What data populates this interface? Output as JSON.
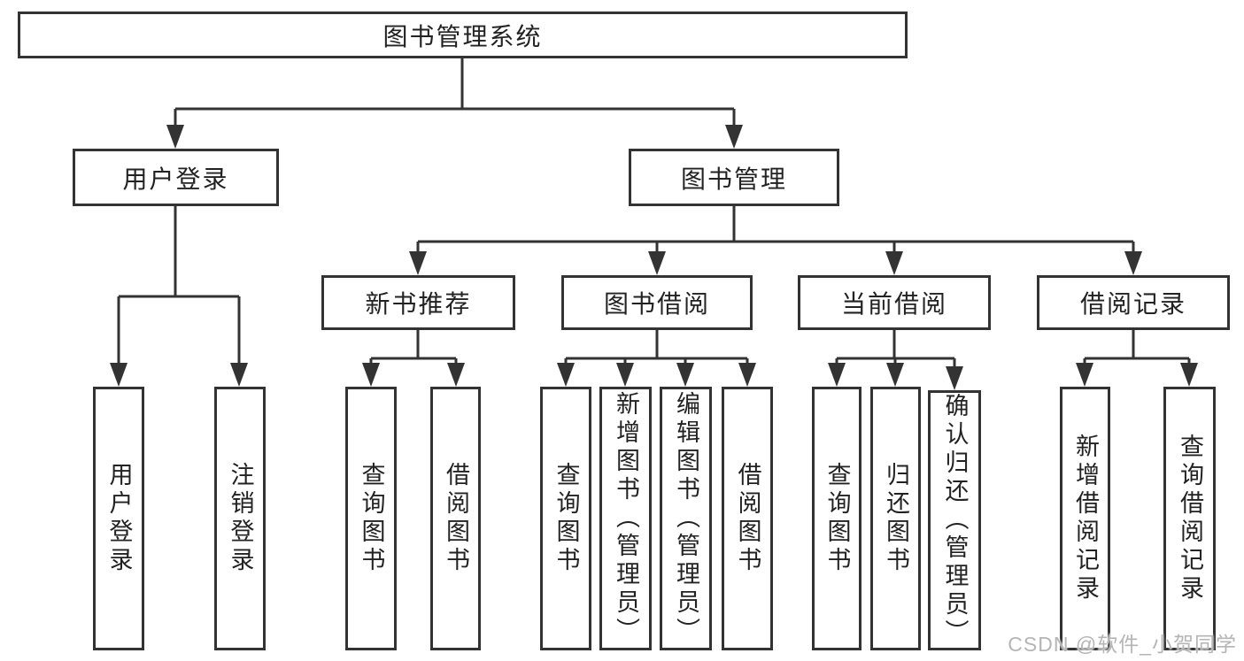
{
  "diagram": {
    "root": {
      "label": "图书管理系统"
    },
    "branches": [
      {
        "label": "用户登录",
        "children": [
          {
            "label": "用户登录"
          },
          {
            "label": "注销登录"
          }
        ]
      },
      {
        "label": "图书管理",
        "children": [
          {
            "label": "新书推荐",
            "children": [
              {
                "label": "查询图书"
              },
              {
                "label": "借阅图书"
              }
            ]
          },
          {
            "label": "图书借阅",
            "children": [
              {
                "label": "查询图书"
              },
              {
                "label": "新增图书（管理员）"
              },
              {
                "label": "编辑图书（管理员）"
              },
              {
                "label": "借阅图书"
              }
            ]
          },
          {
            "label": "当前借阅",
            "children": [
              {
                "label": "查询图书"
              },
              {
                "label": "归还图书"
              },
              {
                "label": "确认归还（管理员）"
              }
            ]
          },
          {
            "label": "借阅记录",
            "children": [
              {
                "label": "新增借阅记录"
              },
              {
                "label": "查询借阅记录"
              }
            ]
          }
        ]
      }
    ]
  },
  "watermark": {
    "text": "CSDN @软件_小贺同学"
  },
  "colors": {
    "line": "#333333",
    "text": "#222222",
    "watermark": "#b5b5b5",
    "background": "#ffffff"
  }
}
